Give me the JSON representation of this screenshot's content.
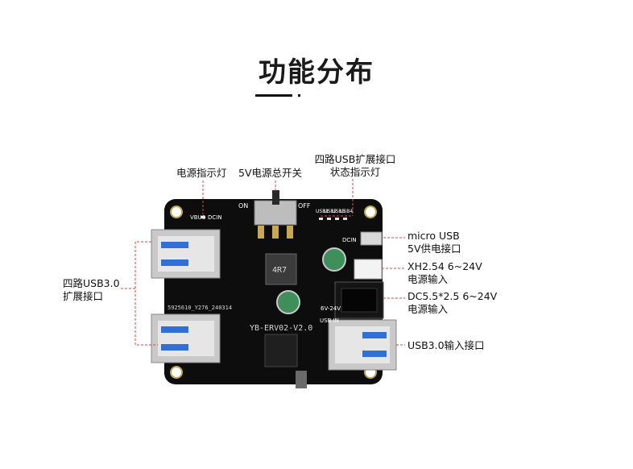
{
  "title": "功能分布",
  "labels": {
    "power_led": "电源指示灯",
    "main_switch": "5V电源总开关",
    "usb_status_led_line1": "四路USB扩展接口",
    "usb_status_led_line2": "状态指示灯",
    "micro_usb_line1": "micro USB",
    "micro_usb_line2": "5V供电接口",
    "xh254_line1": "XH2.54 6~24V",
    "xh254_line2": "电源输入",
    "dc55_line1": "DC5.5*2.5 6~24V",
    "dc55_line2": "电源输入",
    "usb3_input": "USB3.0输入接口",
    "usb3_expand_line1": "四路USB3.0",
    "usb3_expand_line2": "扩展接口"
  },
  "silkscreen": {
    "model": "YB-ERV02-V2.0",
    "serial": "5925610_Y276_240314",
    "inductor": "4R7",
    "on": "ON",
    "off": "OFF",
    "vbus": "VBUS",
    "dcin": "DCIN",
    "usb1": "USB1",
    "usb2": "USB2",
    "usb3": "USB3",
    "usb4": "USB4",
    "dcin_right": "DCIN",
    "voltage": "6V-24V",
    "usb_in": "USB IN"
  },
  "colors": {
    "board": "#0d0d0d",
    "usb_blue": "#2f6fd6",
    "leader": "#d34b4b",
    "capacitor": "#3f8f5a"
  }
}
